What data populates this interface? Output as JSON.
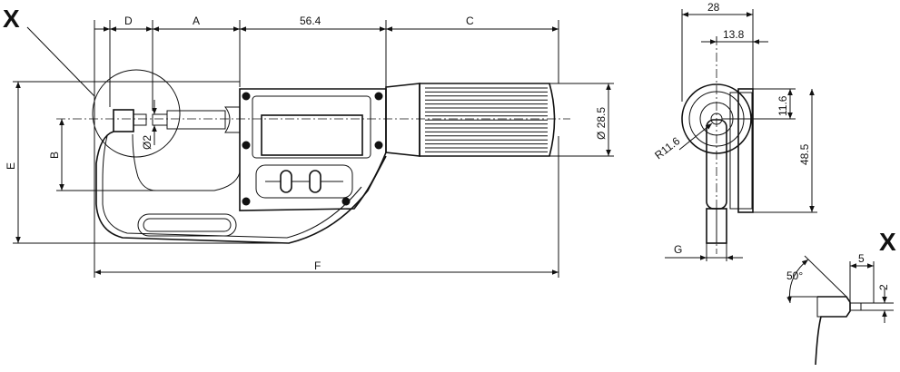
{
  "detail_marks": {
    "main": "X",
    "detail": "X"
  },
  "front_view": {
    "dim_d": "D",
    "dim_a": "A",
    "dim_56": "56.4",
    "dim_c": "C",
    "dim_e": "E",
    "dim_b": "B",
    "dim_f": "F",
    "dim_dia2": "Ø2",
    "dim_dia28": "Ø 28.5"
  },
  "side_view": {
    "dim_28": "28",
    "dim_13": "13.8",
    "dim_11": "11.6",
    "dim_48": "48.5",
    "dim_r": "R11.6",
    "dim_g": "G"
  },
  "detail_view": {
    "dim_5": "5",
    "dim_2": "2",
    "dim_angle": "50°"
  }
}
